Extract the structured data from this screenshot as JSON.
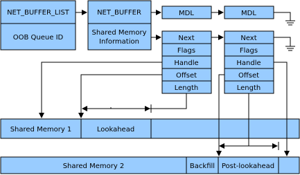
{
  "colors": {
    "box_fill": "#99ccff",
    "line": "#000000",
    "background": "#ffffff"
  },
  "net_buffer_list": {
    "title": "NET_BUFFER_LIST",
    "oob": "OOB Queue ID"
  },
  "net_buffer": {
    "title": "NET_BUFFER",
    "shared_line1": "Shared Memory",
    "shared_line2": "Information"
  },
  "mdl_top": {
    "first": "MDL",
    "second": "MDL"
  },
  "mdl_left": {
    "fields": [
      "Next",
      "Flags",
      "Handle",
      "Offset",
      "Length"
    ]
  },
  "mdl_right": {
    "fields": [
      "Next",
      "Flags",
      "Handle",
      "Offset",
      "Length"
    ]
  },
  "shared_memory_1": {
    "label": "Shared Memory 1",
    "lookahead": "Lookahead"
  },
  "shared_memory_2": {
    "label": "Shared Memory 2",
    "backfill": "Backfill",
    "post_lookahead": "Post-lookahead"
  }
}
